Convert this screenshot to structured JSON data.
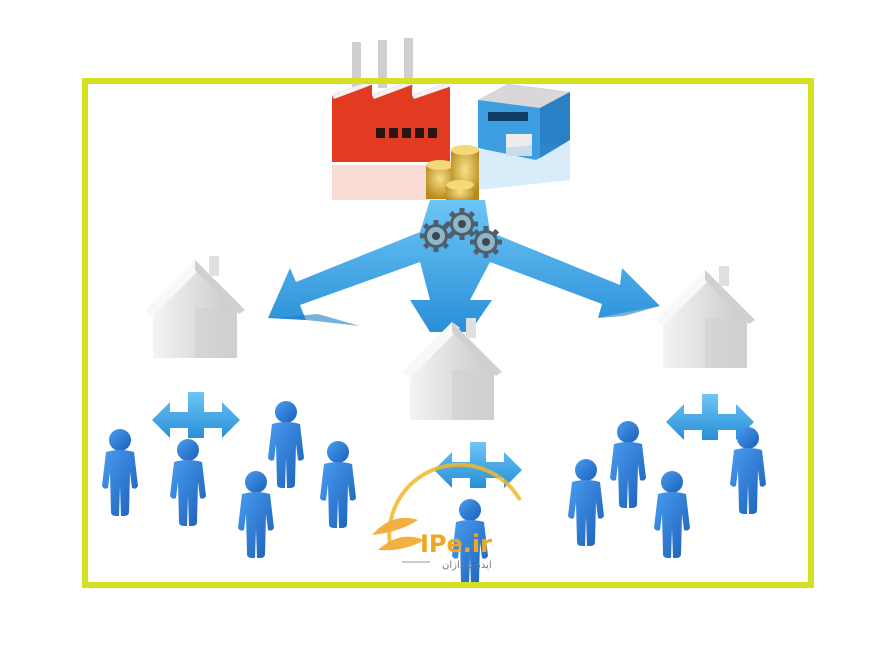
{
  "scene": {
    "subject": "distribution-network-illustration",
    "frame_color": "#d4e021",
    "colors": {
      "arrow": "#3aa8ee",
      "arrow_dark": "#1e7fc4",
      "people": "#2a78d6",
      "house": "#e6e6e6",
      "factory_red": "#e23b22",
      "warehouse_blue": "#3c9ee0",
      "coins": "#d9b23a",
      "gears": "#6b7c88"
    }
  },
  "logo": {
    "text": "IPe.ir",
    "tagline": "ایده پردازان"
  }
}
